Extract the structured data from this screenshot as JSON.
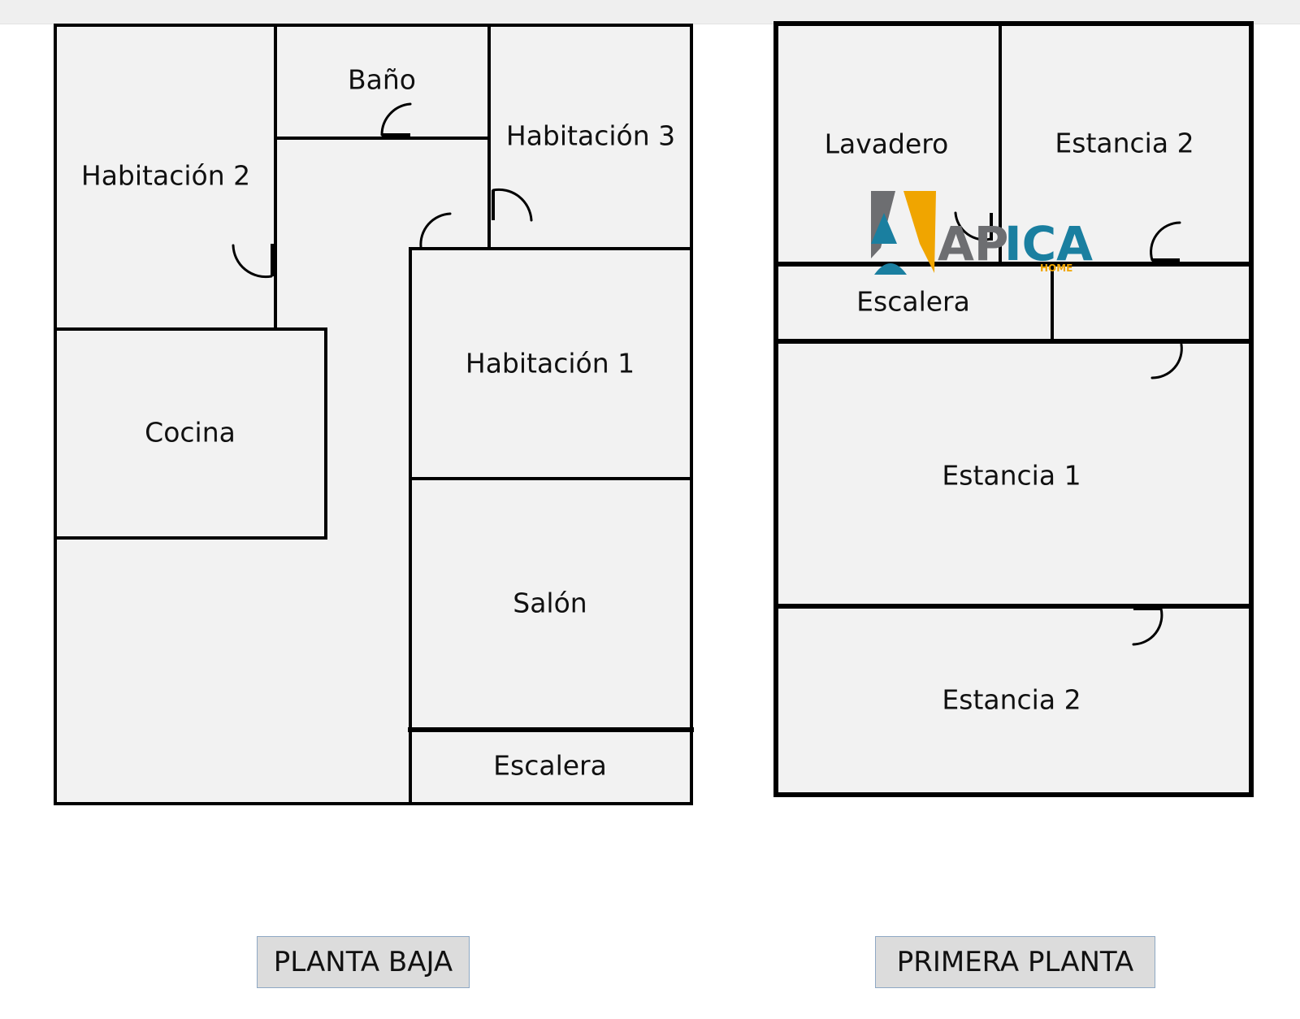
{
  "planta_baja": {
    "rooms": {
      "habitacion_2": "Habitación 2",
      "bano": "Baño",
      "habitacion_3": "Habitación 3",
      "habitacion_1": "Habitación 1",
      "cocina": "Cocina",
      "salon": "Salón",
      "escalera": "Escalera"
    },
    "button_label": "PLANTA BAJA"
  },
  "primera_planta": {
    "rooms": {
      "lavadero": "Lavadero",
      "estancia_2_top": "Estancia 2",
      "escalera": "Escalera",
      "estancia_1": "Estancia 1",
      "estancia_2_bottom": "Estancia 2"
    },
    "button_label": "PRIMERA PLANTA"
  },
  "logo": {
    "text": "APICA",
    "subtext": "HOME",
    "colors": {
      "gray": "#6d6e71",
      "yellow": "#f0a500",
      "blue": "#1a7fa0"
    }
  }
}
